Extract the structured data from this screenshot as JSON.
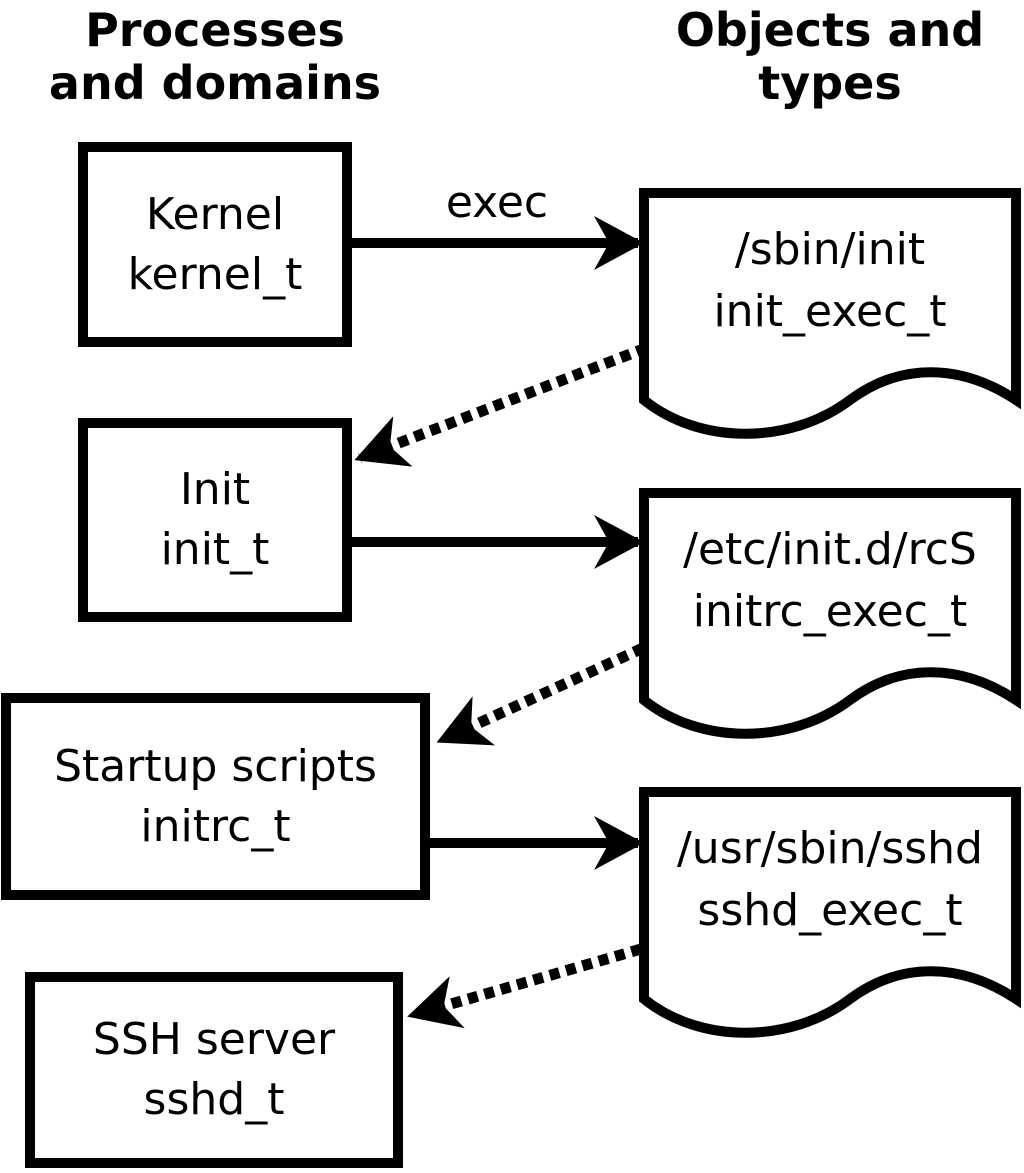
{
  "diagram": {
    "title_left": "Processes\nand domains",
    "title_right": "Objects and\ntypes",
    "processes": [
      {
        "label": "Kernel",
        "type": "kernel_t"
      },
      {
        "label": "Init",
        "type": "init_t"
      },
      {
        "label": "Startup scripts",
        "type": "initrc_t"
      },
      {
        "label": "SSH server",
        "type": "sshd_t"
      }
    ],
    "objects": [
      {
        "path": "/sbin/init",
        "type": "init_exec_t"
      },
      {
        "path": "/etc/init.d/rcS",
        "type": "initrc_exec_t"
      },
      {
        "path": "/usr/sbin/sshd",
        "type": "sshd_exec_t"
      }
    ],
    "edge_labels": {
      "exec": "exec"
    },
    "colors": {
      "foreground": "#000000",
      "background": "#ffffff"
    }
  }
}
